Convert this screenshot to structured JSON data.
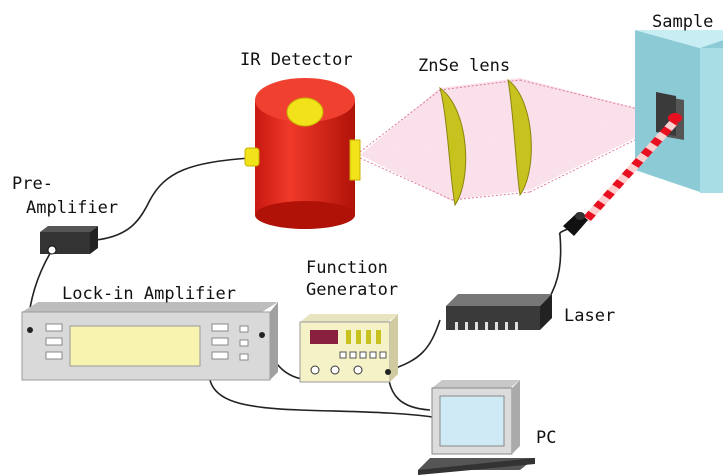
{
  "labels": {
    "sample": "Sample",
    "ir_detector": "IR Detector",
    "znse_lens": "ZnSe lens",
    "pre_amplifier_line1": "Pre-",
    "pre_amplifier_line2": "Amplifier",
    "lock_in_amplifier": "Lock-in Amplifier",
    "function_generator_line1": "Function",
    "function_generator_line2": "Generator",
    "laser": "Laser",
    "pc": "PC"
  },
  "colors": {
    "detector_body": "#e8231a",
    "detector_accent": "#f2e21a",
    "lens": "#c8c21e",
    "beam_fill": "#f9dde8",
    "beam_edge": "#e07a9a",
    "sample_plate": "#a9dde6",
    "sample_chip": "#444444",
    "laser_spot": "#e81020",
    "instrument_panel": "#e4e4e4",
    "instrument_display": "#f8f4b0",
    "generator_body": "#f6f2c8",
    "laser_body": "#4a4a4a",
    "pc_screen": "#cfeaf5",
    "cable": "#222222"
  }
}
